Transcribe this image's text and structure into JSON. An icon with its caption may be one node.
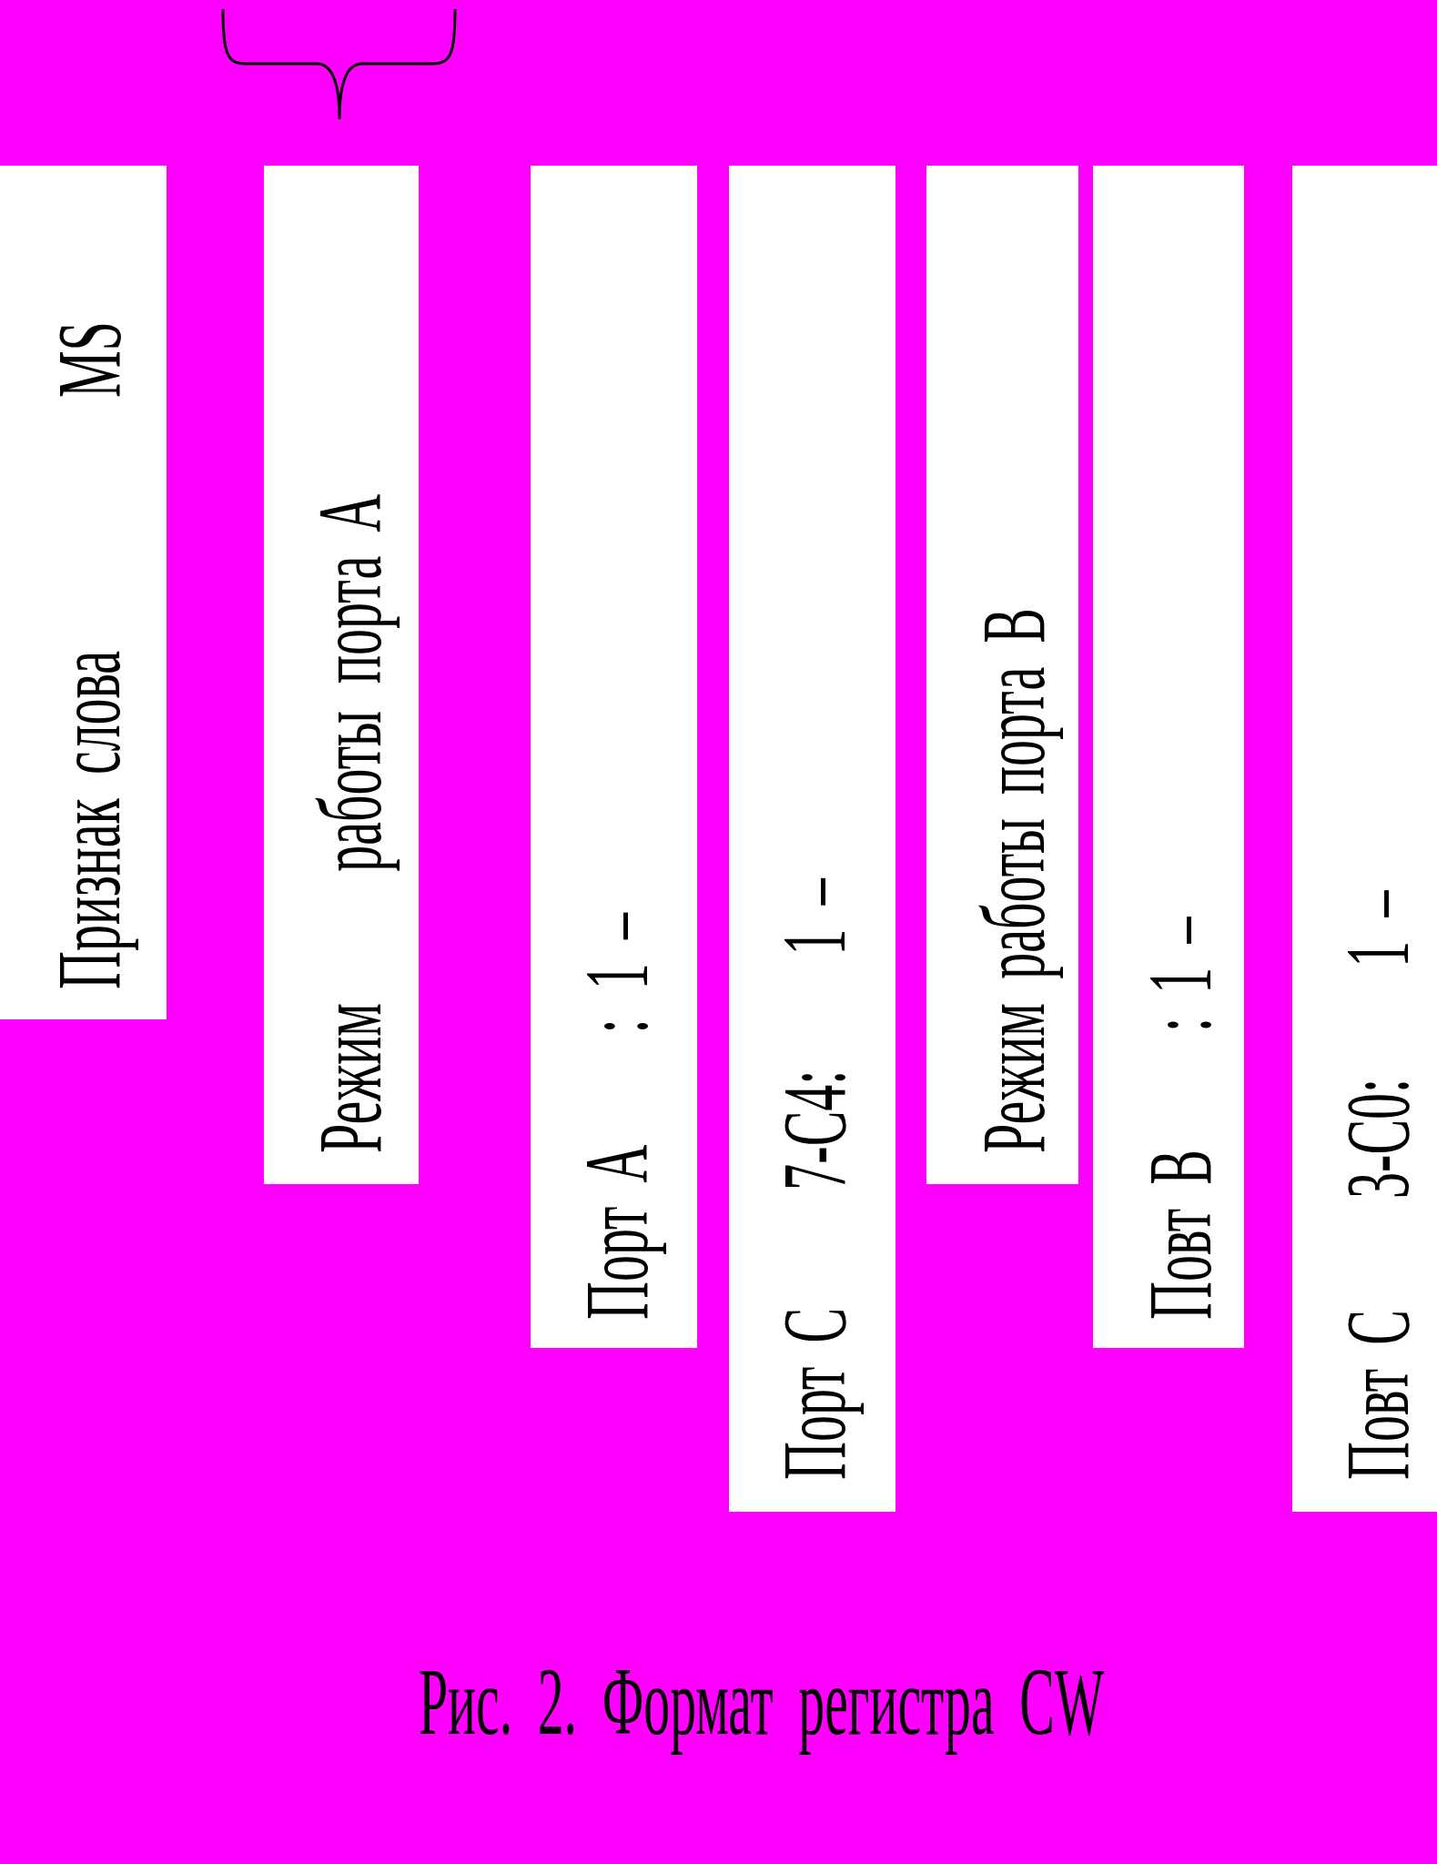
{
  "diagram": {
    "caption": "Рис. 2. Формат регистра CW",
    "nodes": [
      {
        "text": [
          "Признак слова",
          "MS"
        ]
      },
      {
        "text": [
          "Режим работы порта А"
        ]
      },
      {
        "text": [
          "Порт А : 1 –"
        ]
      },
      {
        "text": [
          "Порт С 7-С4: 1 –"
        ]
      },
      {
        "text": [
          "Режим работы порта В"
        ]
      },
      {
        "text": [
          "Повт В : 1 –"
        ]
      },
      {
        "text": [
          "Повт С 3-С0: 1 –"
        ]
      }
    ]
  }
}
